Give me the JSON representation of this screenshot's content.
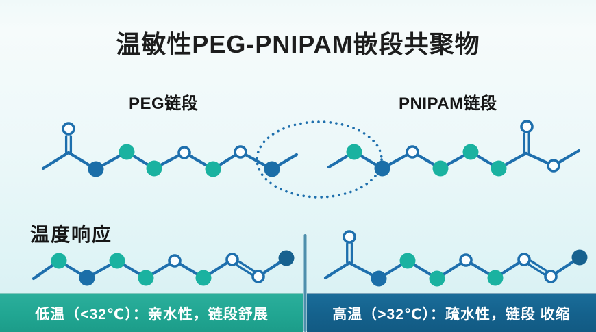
{
  "title": "温敏性PEG-PNIPAM嵌段共聚物",
  "sections": {
    "peg_label": "PEG链段",
    "pnipam_label": "PNIPAM链段",
    "response_label": "温度响应"
  },
  "banners": {
    "low_temp": "低温（<32℃）：亲水性，链段舒展",
    "high_temp": "高温（>32℃）：疏水性，链段 收缩"
  },
  "diagram": {
    "junction_marker": "dotted-ellipse",
    "node_types": [
      "carbon-teal",
      "carbon-blue",
      "oxygen-open",
      "chain-end-navy"
    ]
  },
  "colors": {
    "background_top": "#f6fbfb",
    "background_bottom": "#d4eff2",
    "title_text": "#1d1d1d",
    "bond_blue": "#1e6fad",
    "carbon_teal": "#1ab2a0",
    "carbon_blue": "#1b6ea8",
    "chain_end_navy": "#17618f",
    "oxygen_fill": "#fbfeff",
    "ellipse_dot": "#1e6fad",
    "divider": "#4e8fac",
    "banner_low_bg": "#21a692",
    "banner_high_bg": "#14618c",
    "banner_text": "#ffffff"
  }
}
